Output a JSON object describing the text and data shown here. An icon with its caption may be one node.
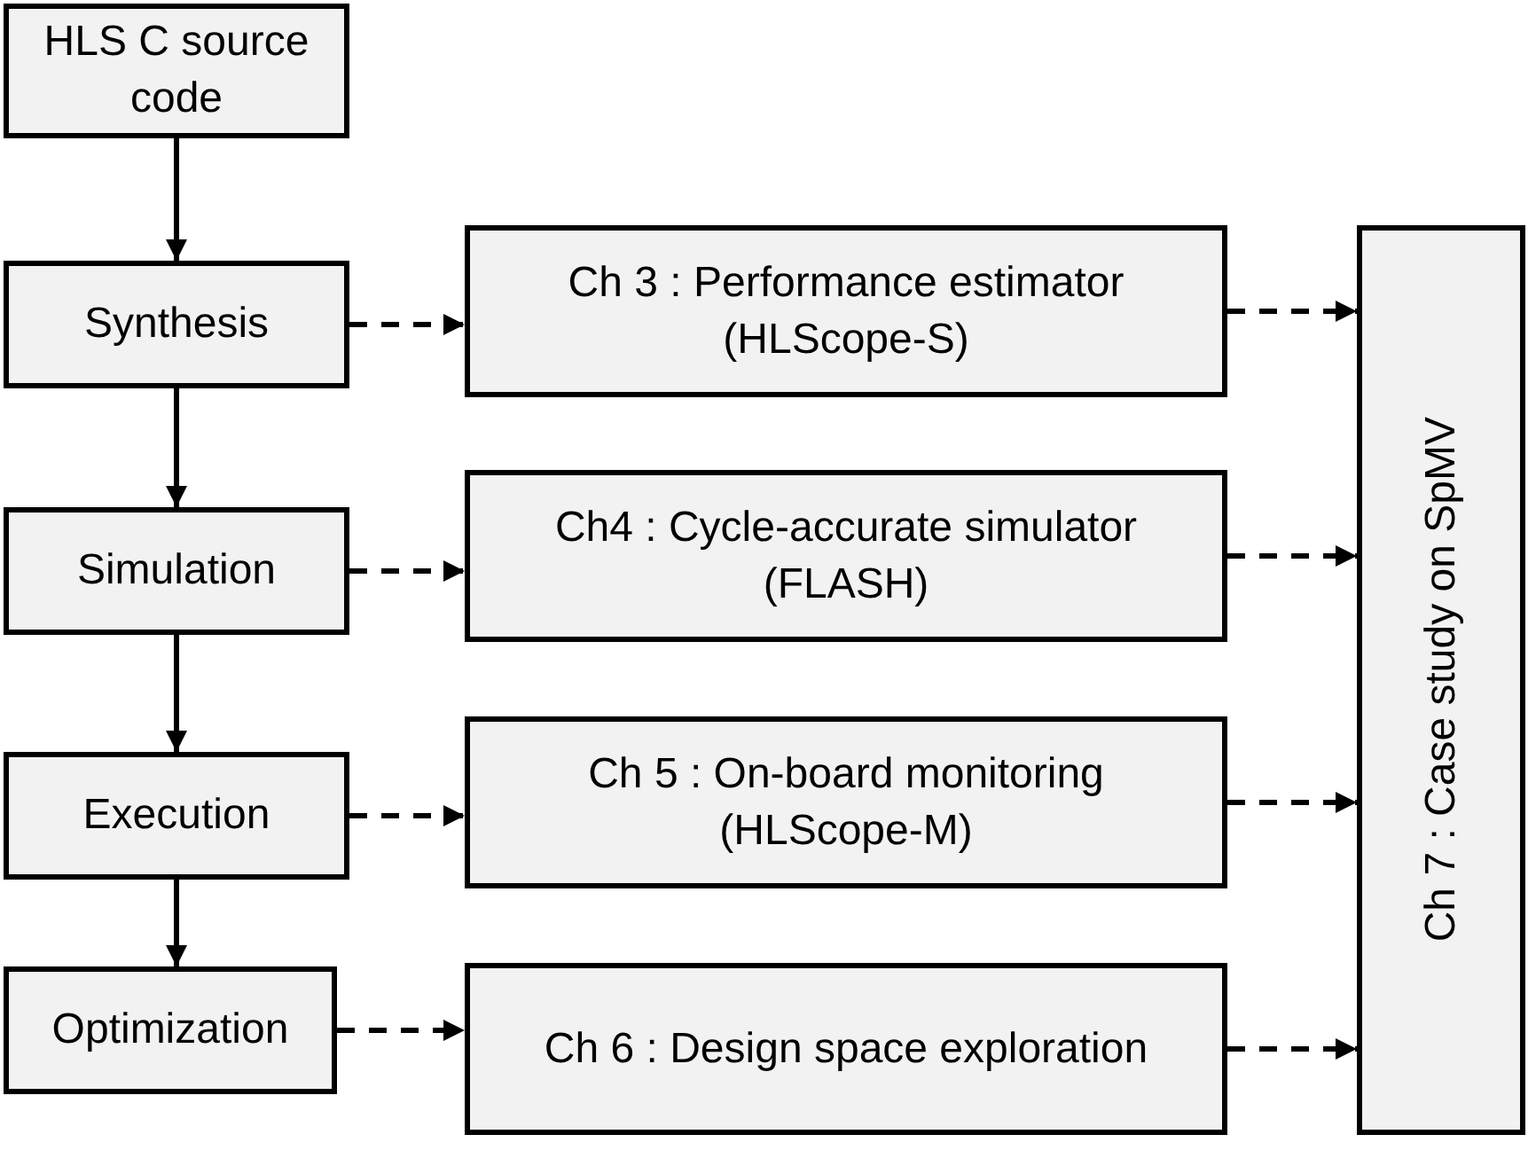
{
  "diagram": {
    "nodes": [
      {
        "text": [
          "HLS C source code"
        ]
      },
      {
        "text": [
          "Synthesis"
        ]
      },
      {
        "text": [
          "Simulation"
        ]
      },
      {
        "text": [
          "Execution"
        ]
      },
      {
        "text": [
          "Optimization"
        ]
      },
      {
        "text": [
          "Ch 3 : Performance estimator (HLScope-S)"
        ]
      },
      {
        "text": [
          "Ch4 : Cycle-accurate simulator (FLASH)"
        ]
      },
      {
        "text": [
          "Ch 5 : On-board monitoring (HLScope-M)"
        ]
      },
      {
        "text": [
          "Ch 6 : Design space exploration"
        ]
      },
      {
        "text": [
          "Ch 7 : Case study on SpMV"
        ]
      }
    ],
    "edges": [
      {
        "from": 0,
        "to": 1,
        "arrow": "to"
      },
      {
        "from": 1,
        "to": 2,
        "arrow": "to"
      },
      {
        "from": 2,
        "to": 3,
        "arrow": "to"
      },
      {
        "from": 3,
        "to": 4,
        "arrow": "to"
      },
      {
        "from": 1,
        "to": 5,
        "arrow": "to",
        "style": "dashed"
      },
      {
        "from": 2,
        "to": 6,
        "arrow": "to",
        "style": "dashed"
      },
      {
        "from": 3,
        "to": 7,
        "arrow": "to",
        "style": "dashed"
      },
      {
        "from": 4,
        "to": 8,
        "arrow": "to",
        "style": "dashed"
      },
      {
        "from": 5,
        "to": 9,
        "arrow": "to",
        "style": "dashed"
      },
      {
        "from": 6,
        "to": 9,
        "arrow": "to",
        "style": "dashed"
      },
      {
        "from": 7,
        "to": 9,
        "arrow": "to",
        "style": "dashed"
      },
      {
        "from": 8,
        "to": 9,
        "arrow": "to",
        "style": "dashed"
      }
    ]
  }
}
